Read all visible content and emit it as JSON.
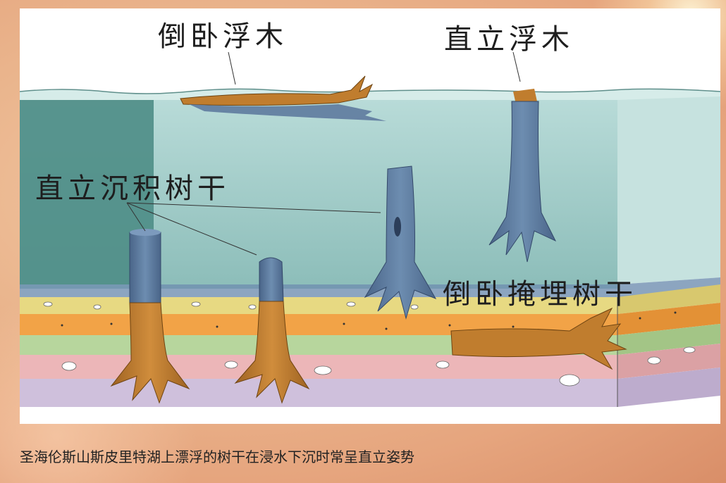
{
  "labels": {
    "floating_horizontal": "倒卧浮木",
    "floating_upright": "直立浮木",
    "upright_buried": "直立沉积树干",
    "horizontal_buried": "倒卧掩埋树干"
  },
  "caption": "圣海伦斯山斯皮里特湖上漂浮的树干在浸水下沉时常呈直立姿势",
  "colors": {
    "water_front": "#a6d1cd",
    "water_dark": "#4f8e88",
    "bark": "#c07d2e",
    "bark_submerged": "#5e7a9e",
    "layer_yellow": "#e7d982",
    "layer_orange": "#f2a347",
    "layer_green": "#b7d69d",
    "layer_pink": "#ecb6b8",
    "layer_purple": "#cfc0dc"
  },
  "icons": [
    "floating-log-icon",
    "upright-floating-trunk-icon",
    "buried-upright-stump-icon",
    "buried-log-icon"
  ]
}
